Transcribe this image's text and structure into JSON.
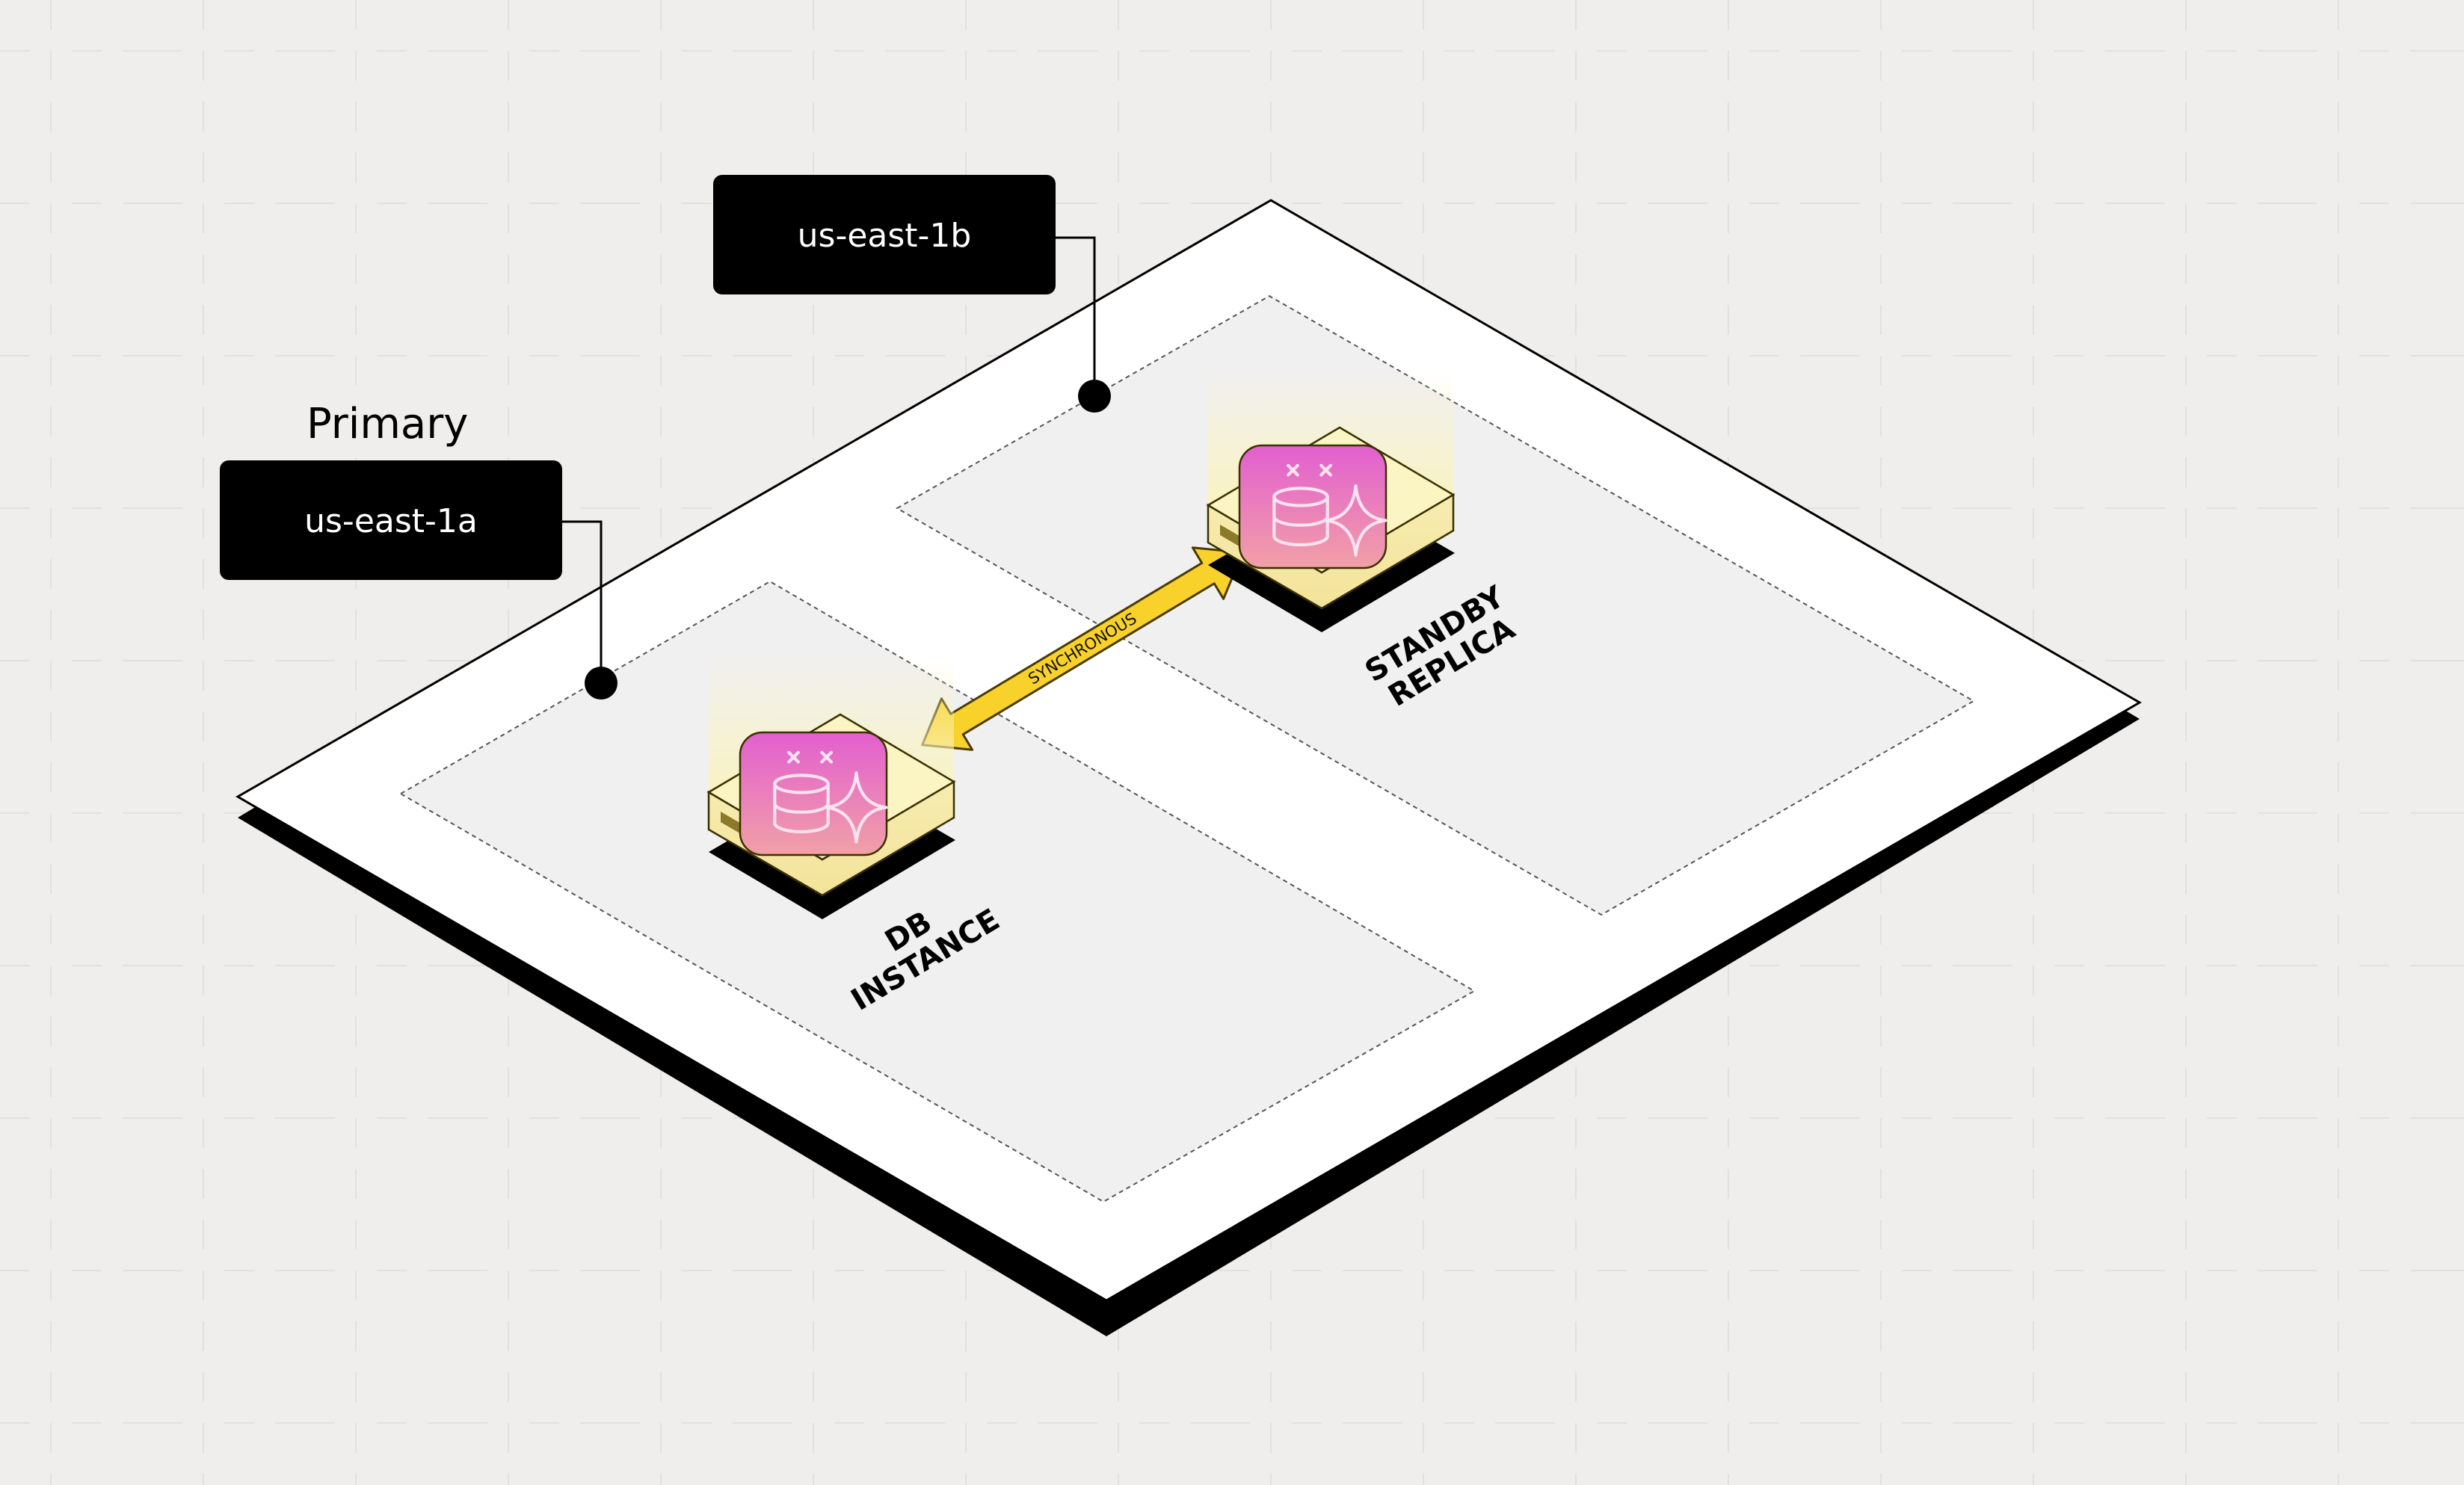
{
  "zones": {
    "primary_heading": "Primary",
    "zone_a": "us-east-1a",
    "zone_b": "us-east-1b"
  },
  "nodes": {
    "db_instance": {
      "line1": "DB",
      "line2": "INSTANCE"
    },
    "standby_replica": {
      "line1": "STANDBY",
      "line2": "REPLICA"
    }
  },
  "connection": {
    "label": "SYNCHRONOUS"
  },
  "icons": {
    "zone_pin": "pin-dot-icon",
    "database": "database-sparkle-icon",
    "sync_arrow": "double-arrow-icon"
  },
  "colors": {
    "background": "#efeeec",
    "platform": "#ffffff",
    "zone_fill": "#f0f0f0",
    "label_box": "#000000",
    "arrow": "#f8d22b",
    "db_icon_top": "#e25fd0",
    "db_icon_bottom": "#f1a0a7",
    "chip_body": "#fbf5c3"
  }
}
